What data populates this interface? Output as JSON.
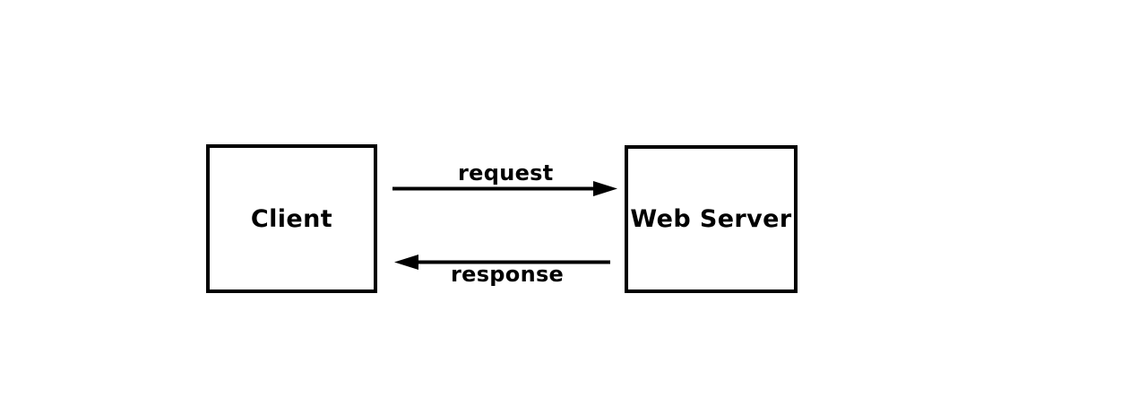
{
  "diagram": {
    "title": "Client Web Server request response diagram",
    "background_color": "#ffffff",
    "stroke_color": "#000000",
    "nodes": [
      {
        "id": "client",
        "label": "Client"
      },
      {
        "id": "webserver",
        "label": "Web Server"
      }
    ],
    "edges": [
      {
        "id": "request",
        "label": "request",
        "from": "client",
        "to": "webserver",
        "direction": "right"
      },
      {
        "id": "response",
        "label": "response",
        "from": "webserver",
        "to": "client",
        "direction": "left"
      }
    ]
  }
}
